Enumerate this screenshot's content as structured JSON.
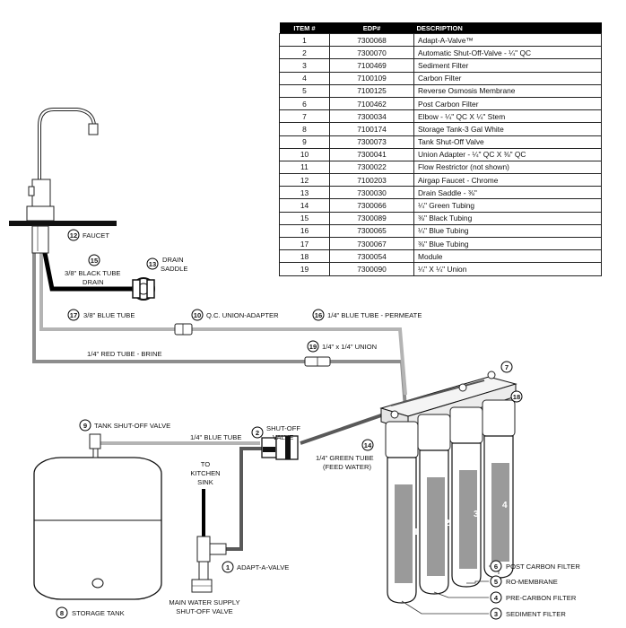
{
  "parts_table": {
    "headers": [
      "ITEM #",
      "EDP#",
      "DESCRIPTION"
    ],
    "rows": [
      {
        "item": "1",
        "edp": "7300068",
        "description": "Adapt-A-Valve™"
      },
      {
        "item": "2",
        "edp": "7300070",
        "description": "Automatic Shut-Off-Valve - ¼\" QC"
      },
      {
        "item": "3",
        "edp": "7100469",
        "description": "Sediment Filter"
      },
      {
        "item": "4",
        "edp": "7100109",
        "description": "Carbon Filter"
      },
      {
        "item": "5",
        "edp": "7100125",
        "description": "Reverse Osmosis Membrane"
      },
      {
        "item": "6",
        "edp": "7100462",
        "description": "Post Carbon Filter"
      },
      {
        "item": "7",
        "edp": "7300034",
        "description": "Elbow - ¼\" QC X ¼\" Stem"
      },
      {
        "item": "8",
        "edp": "7100174",
        "description": "Storage Tank-3 Gal White"
      },
      {
        "item": "9",
        "edp": "7300073",
        "description": "Tank Shut-Off Valve"
      },
      {
        "item": "10",
        "edp": "7300041",
        "description": "Union Adapter - ¼\" QC X ⅜\" QC"
      },
      {
        "item": "11",
        "edp": "7300022",
        "description": "Flow Restrictor  (not shown)"
      },
      {
        "item": "12",
        "edp": "7100203",
        "description": "Airgap Faucet - Chrome"
      },
      {
        "item": "13",
        "edp": "7300030",
        "description": "Drain Saddle - ⅜\""
      },
      {
        "item": "14",
        "edp": "7300066",
        "description": "¼\" Green Tubing"
      },
      {
        "item": "15",
        "edp": "7300089",
        "description": "⅜\" Black Tubing"
      },
      {
        "item": "16",
        "edp": "7300065",
        "description": "¼\" Blue Tubing"
      },
      {
        "item": "17",
        "edp": "7300067",
        "description": "⅜\" Blue Tubing"
      },
      {
        "item": "18",
        "edp": "7300054",
        "description": "Module"
      },
      {
        "item": "19",
        "edp": "7300090",
        "description": "¼\" X ¼\" Union"
      }
    ]
  },
  "callouts": {
    "c12": {
      "num": "12",
      "label": "FAUCET"
    },
    "c15": {
      "num": "15",
      "label1": "3/8\" BLACK TUBE",
      "label2": "DRAIN"
    },
    "c13": {
      "num": "13",
      "label1": "DRAIN",
      "label2": "SADDLE"
    },
    "c17": {
      "num": "17",
      "label": "3/8\" BLUE TUBE"
    },
    "c10": {
      "num": "10",
      "label": "Q.C. UNION-ADAPTER"
    },
    "c16": {
      "num": "16",
      "label": "1/4\" BLUE TUBE - PERMEATE"
    },
    "c19": {
      "num": "19",
      "label": "1/4\" x 1/4\" UNION"
    },
    "red_tube": {
      "label": "1/4\" RED TUBE - BRINE"
    },
    "c7": {
      "num": "7"
    },
    "c18": {
      "num": "18"
    },
    "c9": {
      "num": "9",
      "label": "TANK SHUT-OFF VALVE"
    },
    "blue_tube_tank": {
      "label": "1/4\" BLUE TUBE"
    },
    "c2": {
      "num": "2",
      "label1": "SHUT-OFF",
      "label2": "VALVE"
    },
    "c14": {
      "num": "14",
      "label1": "1/4\" GREEN TUBE",
      "label2": "(FEED WATER)"
    },
    "kitchen": {
      "label1": "TO",
      "label2": "KITCHEN",
      "label3": "SINK"
    },
    "c1": {
      "num": "1",
      "label": "ADAPT-A-VALVE"
    },
    "main_supply": {
      "label1": "MAIN WATER SUPPLY",
      "label2": "SHUT-OFF VALVE"
    },
    "c8": {
      "num": "8",
      "label": "STORAGE TANK"
    },
    "c6": {
      "num": "6",
      "label": "POST CARBON FILTER"
    },
    "c5": {
      "num": "5",
      "label": "RO-MEMBRANE"
    },
    "c4": {
      "num": "4",
      "label": "PRE-CARBON FILTER"
    },
    "c3": {
      "num": "3",
      "label": "SEDIMENT FILTER"
    }
  },
  "canister_numbers": [
    "1",
    "2",
    "3",
    "4"
  ]
}
